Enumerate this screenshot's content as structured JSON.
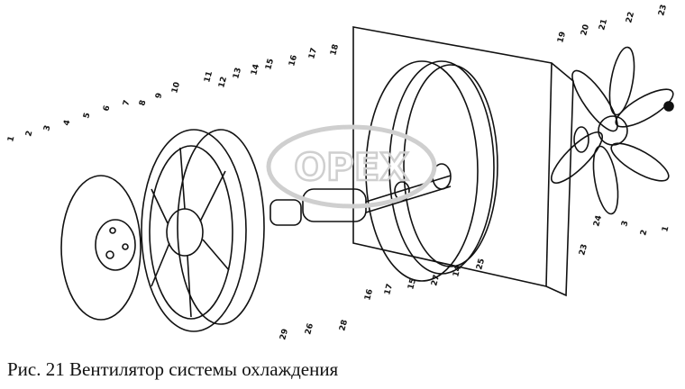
{
  "caption": "Рис. 21 Вентилятор системы охлаждения",
  "watermark": "OPEX",
  "part_labels": [
    "1",
    "2",
    "3",
    "4",
    "5",
    "6",
    "7",
    "8",
    "9",
    "10",
    "11",
    "12",
    "13",
    "14",
    "15",
    "16",
    "17",
    "18",
    "19",
    "20",
    "21",
    "22",
    "23",
    "24",
    "3",
    "2",
    "1",
    "23",
    "25",
    "14",
    "27",
    "15",
    "17",
    "16",
    "28",
    "29",
    "26"
  ],
  "colors": {
    "line": "#111111",
    "background": "#ffffff",
    "watermark": "#cfcfcf"
  }
}
